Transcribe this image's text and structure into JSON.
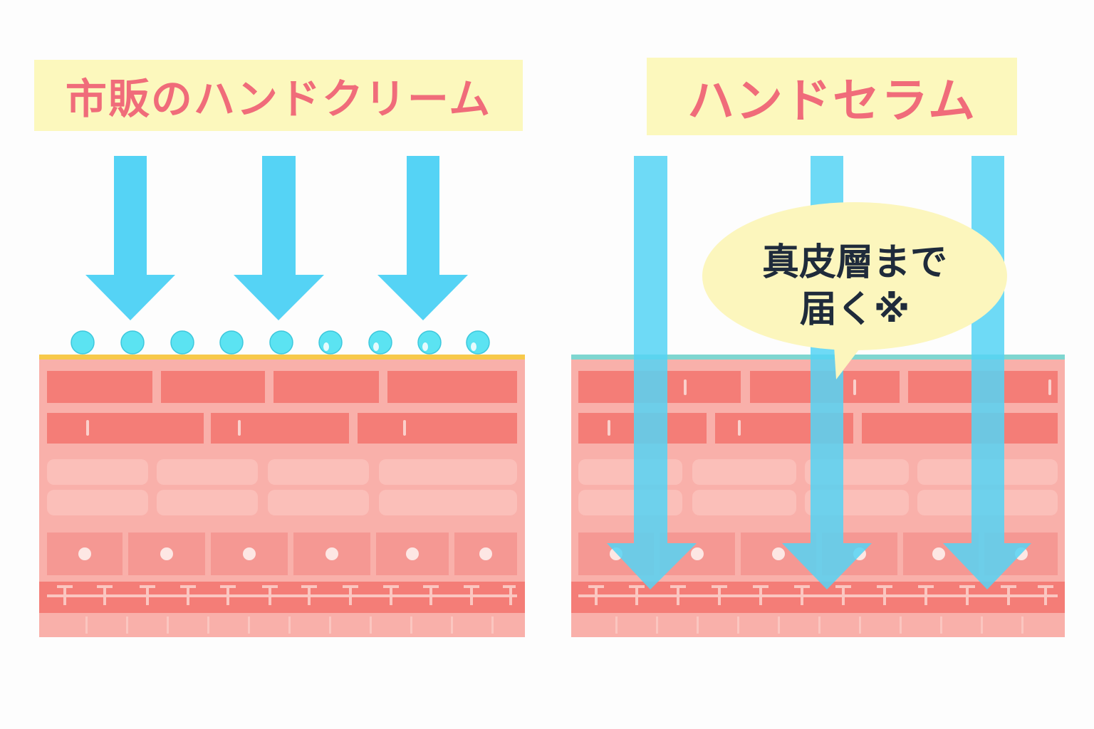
{
  "left_panel": {
    "title": "市販のハンドクリーム"
  },
  "right_panel": {
    "title": "ハンドセラム",
    "callout_line1": "真皮層まで",
    "callout_line2": "届く※"
  },
  "colors": {
    "title_text": "#f06c7a",
    "title_bg": "#fcf8bd",
    "arrow": "#55d3f5",
    "droplet": "#5be3f2",
    "skin_base": "#f9b0aa",
    "skin_cell_dark": "#f47d77",
    "skin_cell_light": "#fcc3bd",
    "left_surface": "#f7c94a",
    "right_surface": "#7fd6d0",
    "callout_bg": "#fcf6bd",
    "callout_text": "#1f2b3b"
  }
}
